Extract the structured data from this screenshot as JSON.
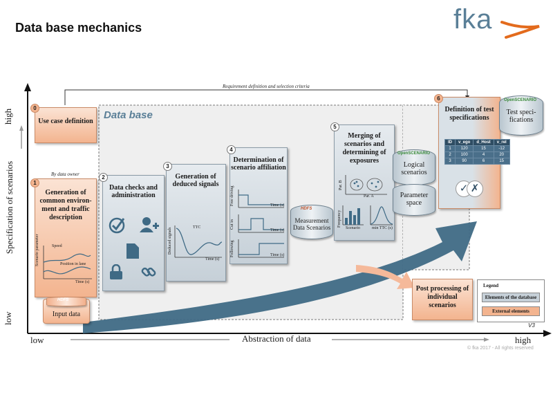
{
  "title": "Data base mechanics",
  "logo": "fka",
  "version": "V3",
  "copyright": "© fka 2017 - All rights reserved",
  "top_arrow_label": "Requirement definition and selection criteria",
  "axes": {
    "y_label": "Specification of scenarios",
    "y_high": "high",
    "y_low": "low",
    "x_label": "Abstraction of data",
    "x_low": "low",
    "x_high": "high"
  },
  "database_title": "Data base",
  "use_case": {
    "num": "0",
    "label": "Use case definition"
  },
  "by_data_owner": "By data owner",
  "gen_common": {
    "num": "1",
    "label": "Generation of common environ-ment and traffic description",
    "chart_labels": {
      "speed": "Speed",
      "position": "Position in lane",
      "y": "Scenario parameter",
      "x": "Time (s)"
    }
  },
  "input_data": {
    "label": "Input data",
    "hdfs": "HDFS"
  },
  "checks": {
    "num": "2",
    "label": "Data checks and administration"
  },
  "deduced": {
    "num": "3",
    "label": "Generation of deduced signals",
    "chart_labels": {
      "ttc": "TTC",
      "y": "Deduced signals",
      "x": "Time (s)"
    }
  },
  "affiliation": {
    "num": "4",
    "label": "Determination of scenario affiliation",
    "rows": [
      {
        "y": "Free driving",
        "x": "Time (s)"
      },
      {
        "y": "Cut in",
        "x": "Time (s)"
      },
      {
        "y": "Following",
        "x": "Time (s)"
      }
    ]
  },
  "measurement": {
    "label": "Measurement Data Scenarios",
    "hdfs": "HDFS"
  },
  "merging": {
    "num": "5",
    "label": "Merging of scenarios and determining of exposures",
    "chart_labels": {
      "par_b": "Par. B",
      "par_a": "Par. A",
      "freq": "Frequency",
      "scenario": "Scenario",
      "mttc": "min TTC (s)"
    }
  },
  "logical": {
    "brand": "OpenSCENARIO",
    "label": "Logical scenarios"
  },
  "param_space": {
    "label": "Parameter space"
  },
  "def_tests": {
    "num": "6",
    "label": "Definition of test specifications",
    "table": {
      "headers": [
        "ID",
        "v_ego",
        "d_Host",
        "v_rel"
      ],
      "rows": [
        [
          "1",
          "120",
          "15",
          "-12"
        ],
        [
          "2",
          "100",
          "4",
          "20"
        ],
        [
          "3",
          "90",
          "6",
          "15"
        ]
      ]
    },
    "check": "✓",
    "cross": "✗"
  },
  "test_specs": {
    "brand": "OpenSCENARIO",
    "label": "Test speci-fications"
  },
  "post_processing": {
    "label": "Post processing of individual scenarios"
  },
  "legend": {
    "title": "Legend",
    "database": "Elements of the database",
    "external": "External elements"
  },
  "colors": {
    "panel": "#d3dbe1",
    "orange": "#f3b48f",
    "arrow": "#3f6a85",
    "brand": "#5a7f97",
    "logo_swoosh": "#e36b1d"
  }
}
